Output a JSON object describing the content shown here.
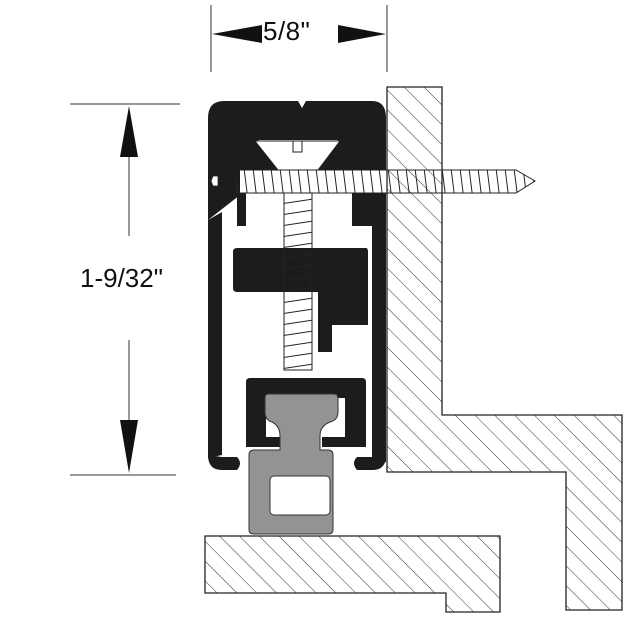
{
  "diagram": {
    "type": "technical-cross-section",
    "subject": "door bottom sweep / seal assembly mounted to frame",
    "dimensions": {
      "width": {
        "label": "5/8\"",
        "orientation": "horizontal"
      },
      "height": {
        "label": "1-9/32\"",
        "orientation": "vertical"
      }
    },
    "components": [
      {
        "name": "housing",
        "description": "black extruded retainer housing"
      },
      {
        "name": "horizontal-screw",
        "description": "mounting screw through housing into frame"
      },
      {
        "name": "vertical-screw",
        "description": "adjustment screw"
      },
      {
        "name": "seal",
        "description": "gray rubber seal insert with hollow core"
      },
      {
        "name": "frame",
        "description": "hatched door/frame section"
      },
      {
        "name": "threshold",
        "description": "hatched threshold section"
      }
    ],
    "colors": {
      "housing": "#1c1c1e",
      "seal": "#939396",
      "hatch_line": "#333333",
      "outline": "#222222",
      "background": "#ffffff"
    }
  }
}
